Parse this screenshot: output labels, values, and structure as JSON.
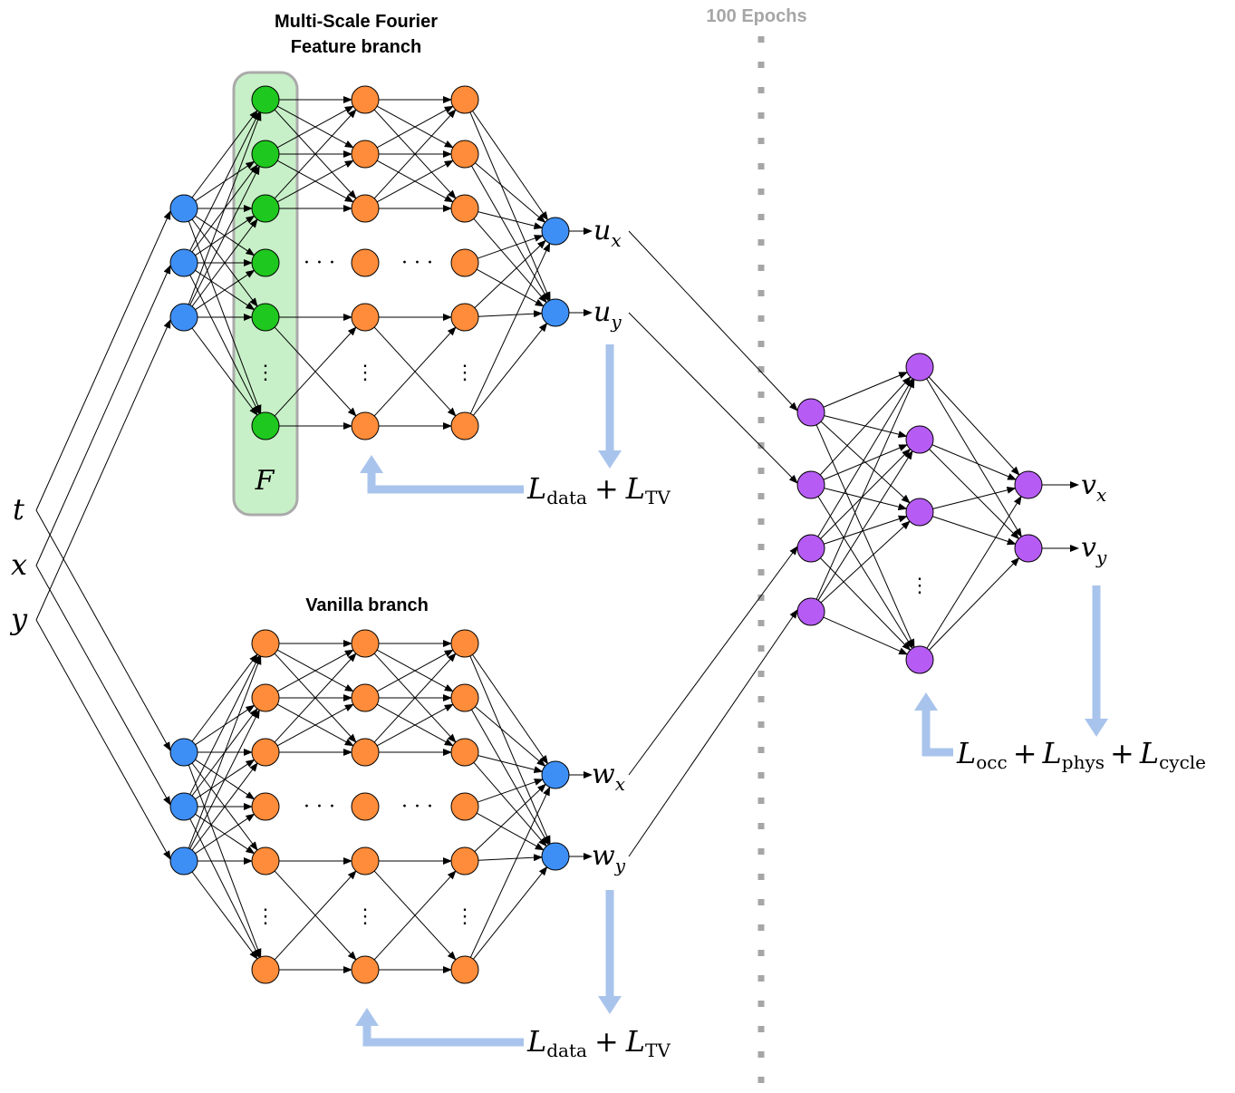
{
  "titles": {
    "fourier_line1": "Multi-Scale Fourier",
    "fourier_line2": "Feature branch",
    "vanilla": "Vanilla branch",
    "epochs": "100 Epochs"
  },
  "inputs": [
    "t",
    "x",
    "y"
  ],
  "fourier_symbol": "F",
  "outputs": {
    "u": [
      "u",
      "u"
    ],
    "u_sub": [
      "x",
      "y"
    ],
    "w": [
      "w",
      "w"
    ],
    "w_sub": [
      "x",
      "y"
    ],
    "v": [
      "v",
      "v"
    ],
    "v_sub": [
      "x",
      "y"
    ]
  },
  "losses": {
    "top": {
      "L1": "L",
      "s1": "data",
      "op": "+",
      "L2": "L",
      "s2": "TV"
    },
    "bottom": {
      "L1": "L",
      "s1": "data",
      "op": "+",
      "L2": "L",
      "s2": "TV"
    },
    "right": {
      "L1": "L",
      "s1": "occ",
      "op1": "+",
      "L2": "L",
      "s2": "phys",
      "op2": "+",
      "L3": "L",
      "s3": "cycle"
    }
  },
  "colors": {
    "input_node": "#3d8ff5",
    "fourier_node": "#1ec81e",
    "hidden_node": "#ff8c3a",
    "second_stage_node": "#b65cf4",
    "fourier_box_fill": "#c8f0c8",
    "fourier_box_stroke": "#aaaaaa",
    "loss_arrow": "#a9c4ec",
    "divider": "#a6a6a6"
  }
}
